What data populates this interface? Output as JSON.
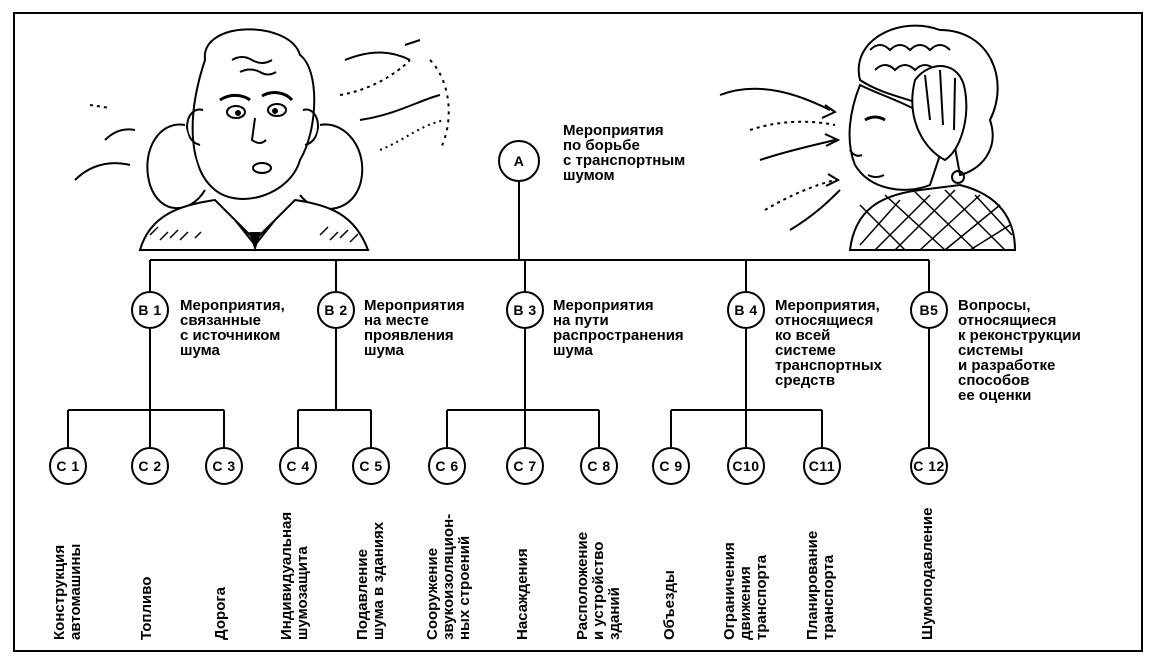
{
  "root": {
    "id": "A",
    "label": "Мероприятия\nпо борьбе\nс транспортным\nшумом"
  },
  "branches": [
    {
      "id": "B 1",
      "label": "Мероприятия,\nсвязанные\nс источником\nшума"
    },
    {
      "id": "B 2",
      "label": "Мероприятия\nна месте\nпроявления\nшума"
    },
    {
      "id": "B 3",
      "label": "Мероприятия\nна пути\nраспространения\nшума"
    },
    {
      "id": "B 4",
      "label": "Мероприятия,\nотносящиеся\nко всей\nсистеме\nтранспортных\nсредств"
    },
    {
      "id": "B5",
      "label": "Вопросы,\nотносящиеся\nк реконструкции\nсистемы\nи разработке\nспособов\nее оценки"
    }
  ],
  "leaves": [
    {
      "id": "C 1",
      "label": "Конструкция\nавтомашины"
    },
    {
      "id": "C 2",
      "label": "Топливо"
    },
    {
      "id": "C 3",
      "label": "Дорога"
    },
    {
      "id": "C 4",
      "label": "Индивидуальная\nшумозащита"
    },
    {
      "id": "C 5",
      "label": "Подавление\nшума в зданиях"
    },
    {
      "id": "C 6",
      "label": "Сооружение\nзвукоизоляцион-\nных строений"
    },
    {
      "id": "C 7",
      "label": "Насаждения"
    },
    {
      "id": "C 8",
      "label": "Расположение\nи устройство\nзданий"
    },
    {
      "id": "C 9",
      "label": "Объезды"
    },
    {
      "id": "C10",
      "label": "Ограничения\nдвижения\nтранспорта"
    },
    {
      "id": "C11",
      "label": "Планирование\nтранспорта"
    },
    {
      "id": "C 12",
      "label": "Шумоподавление"
    }
  ]
}
